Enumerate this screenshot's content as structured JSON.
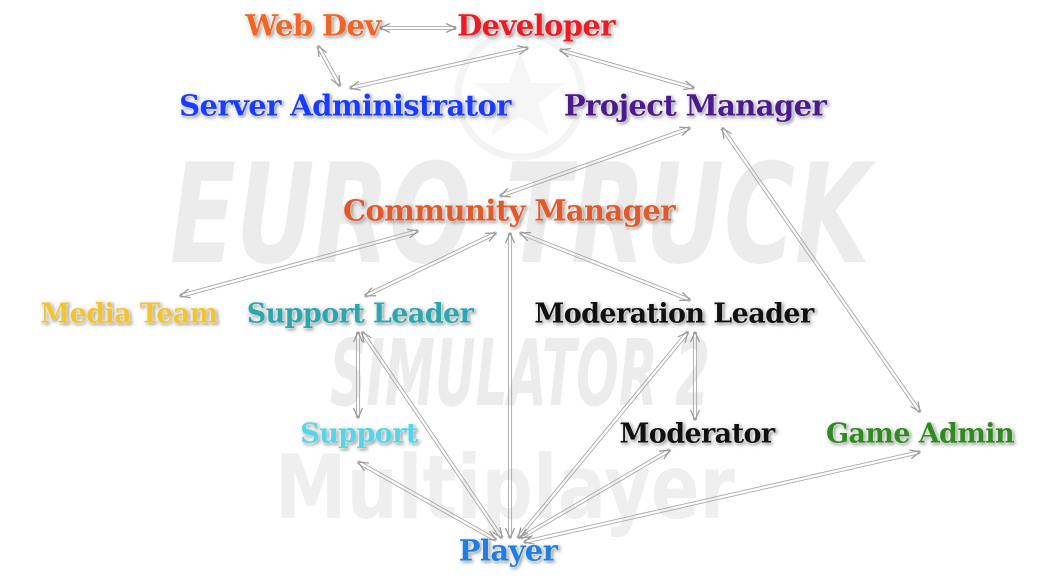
{
  "diagram": {
    "watermark": {
      "lines": [
        "EURO TRUCK",
        "SIMULATOR 2",
        "Multiplayer"
      ]
    },
    "colors": {
      "edge": "#a8a8a8",
      "arrow": "#9a9a9a",
      "watermark": "#ebebeb"
    },
    "nodes": {
      "web_dev": {
        "label": "Web Dev",
        "color": "#f26522"
      },
      "developer": {
        "label": "Developer",
        "color": "#ed1c24"
      },
      "server_administrator": {
        "label": "Server Administrator",
        "color": "#1a3cff"
      },
      "project_manager": {
        "label": "Project Manager",
        "color": "#4b1a8c"
      },
      "community_manager": {
        "label": "Community Manager",
        "color": "#e05a2b"
      },
      "media_team": {
        "label": "Media Team",
        "color": "#f4c430"
      },
      "support_leader": {
        "label": "Support Leader",
        "color": "#2aa8b0"
      },
      "moderation_leader": {
        "label": "Moderation Leader",
        "color": "#111111"
      },
      "support": {
        "label": "Support",
        "color": "#55d6e8"
      },
      "moderator": {
        "label": "Moderator",
        "color": "#111111"
      },
      "game_admin": {
        "label": "Game Admin",
        "color": "#2f8a1f"
      },
      "player": {
        "label": "Player",
        "color": "#1f7fe0"
      }
    },
    "edges": [
      {
        "from": "web_dev",
        "to": "developer",
        "bidirectional": true
      },
      {
        "from": "web_dev",
        "to": "server_administrator",
        "bidirectional": true
      },
      {
        "from": "developer",
        "to": "server_administrator",
        "bidirectional": true
      },
      {
        "from": "developer",
        "to": "project_manager",
        "bidirectional": true
      },
      {
        "from": "project_manager",
        "to": "community_manager",
        "bidirectional": true
      },
      {
        "from": "project_manager",
        "to": "game_admin",
        "bidirectional": true
      },
      {
        "from": "community_manager",
        "to": "media_team",
        "bidirectional": true
      },
      {
        "from": "community_manager",
        "to": "support_leader",
        "bidirectional": true
      },
      {
        "from": "community_manager",
        "to": "moderation_leader",
        "bidirectional": true
      },
      {
        "from": "community_manager",
        "to": "player",
        "bidirectional": true
      },
      {
        "from": "support_leader",
        "to": "support",
        "bidirectional": true
      },
      {
        "from": "support_leader",
        "to": "player",
        "bidirectional": true
      },
      {
        "from": "moderation_leader",
        "to": "moderator",
        "bidirectional": true
      },
      {
        "from": "moderation_leader",
        "to": "player",
        "bidirectional": true
      },
      {
        "from": "support",
        "to": "player",
        "bidirectional": true
      },
      {
        "from": "moderator",
        "to": "player",
        "bidirectional": true
      },
      {
        "from": "game_admin",
        "to": "player",
        "bidirectional": true
      }
    ]
  }
}
